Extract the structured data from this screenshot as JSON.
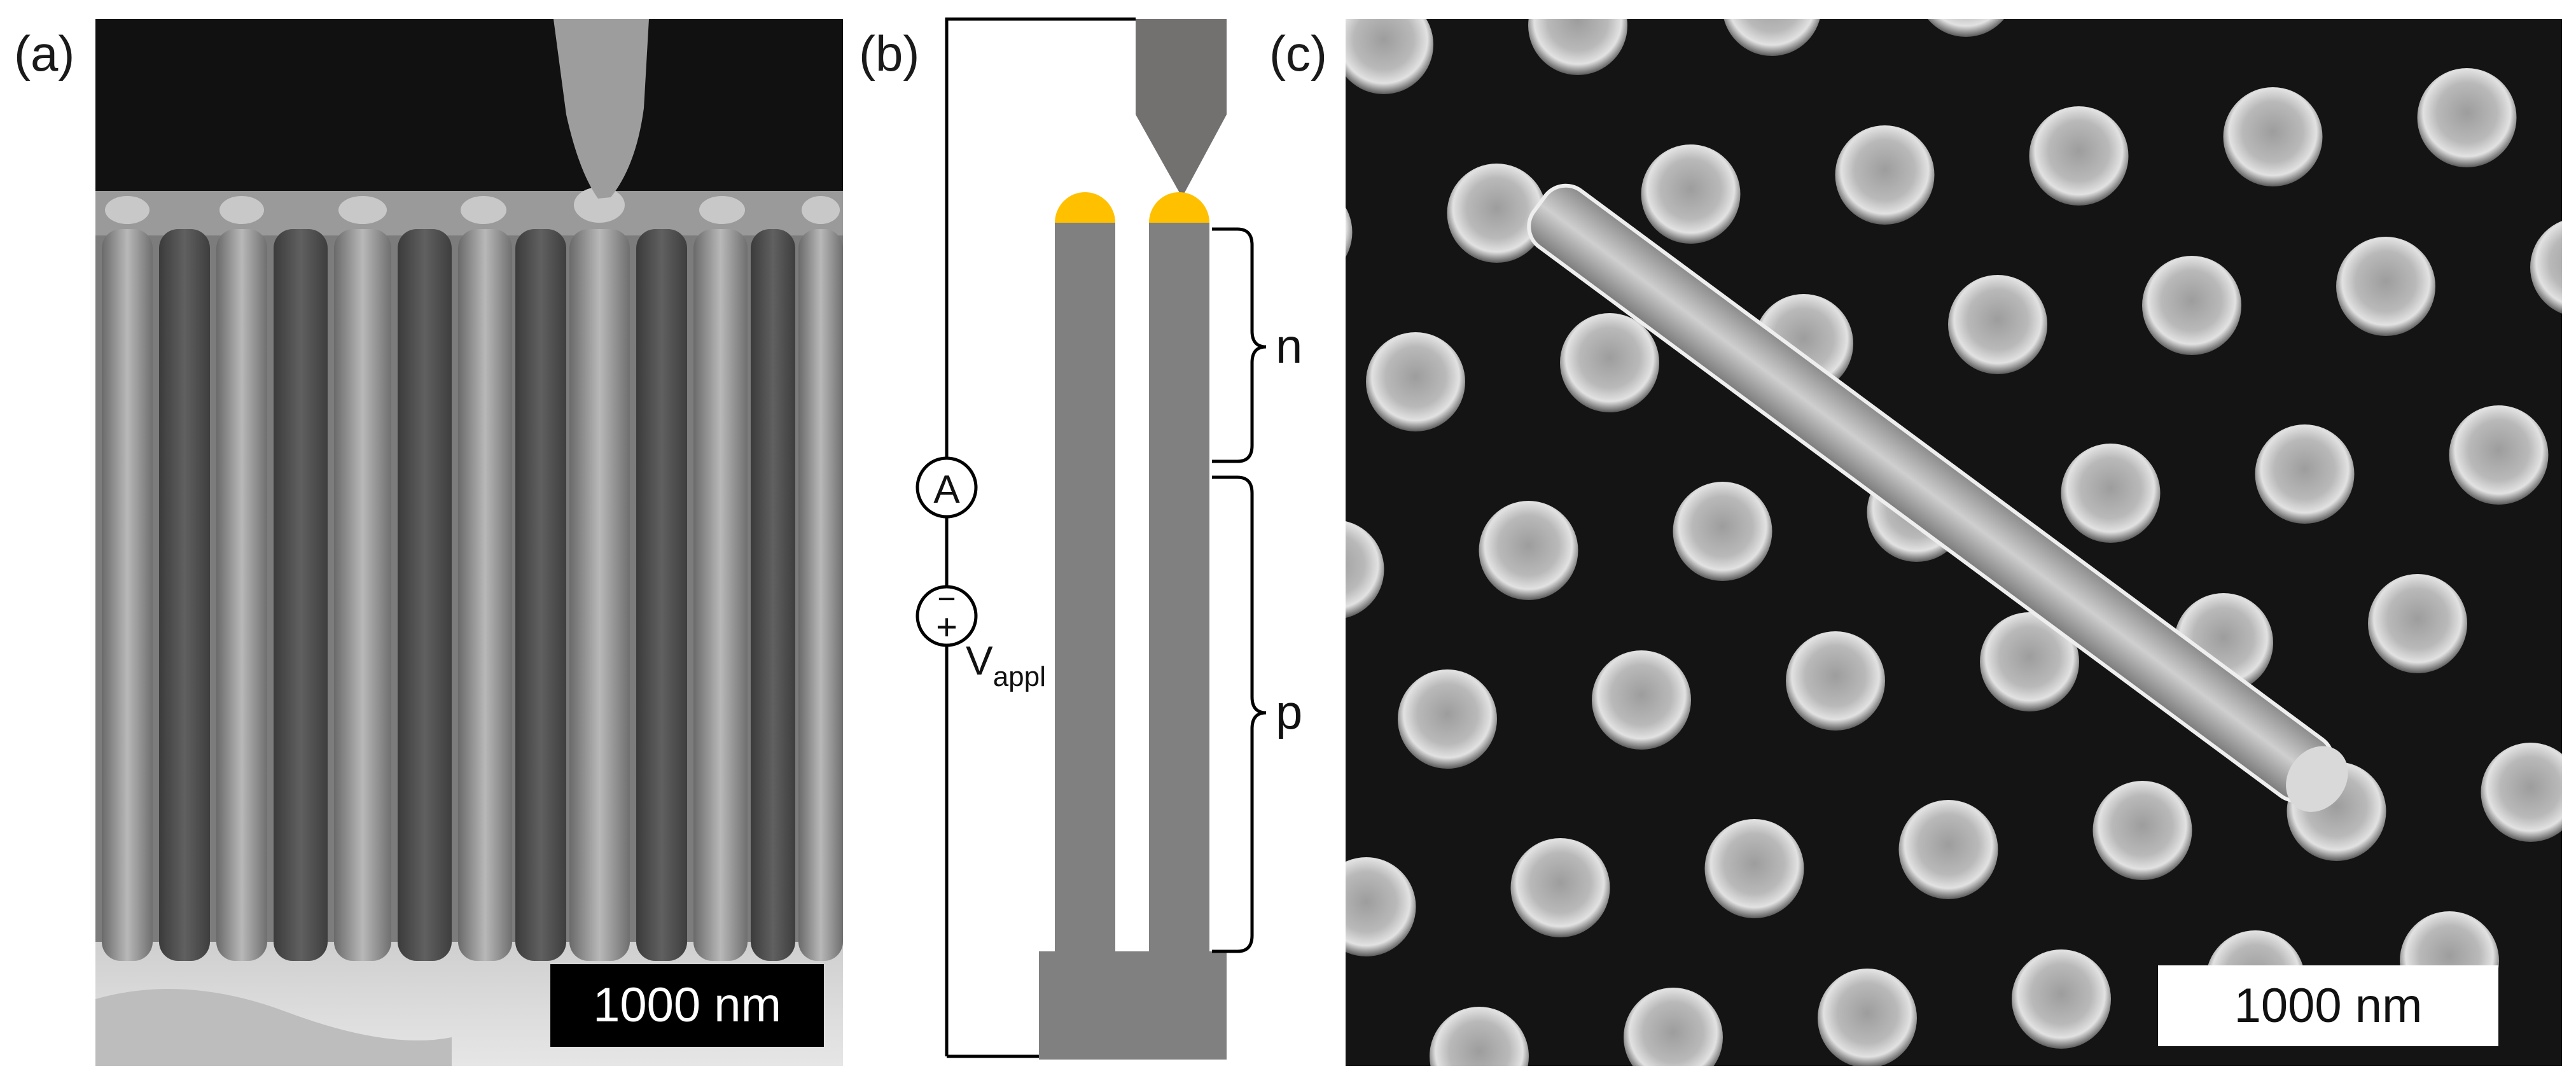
{
  "panels": {
    "a": {
      "label": "(a)",
      "scale_bar": "1000 nm"
    },
    "b": {
      "label": "(b)",
      "ammeter_symbol": "A",
      "source_minus": "−",
      "source_plus": "+",
      "voltage_main": "V",
      "voltage_sub": "appl",
      "region_n": "n",
      "region_p": "p"
    },
    "c": {
      "label": "(c)",
      "scale_bar": "1000 nm"
    }
  },
  "colors": {
    "nanowire": "#808080",
    "contact": "#FFC000",
    "probe_tip": "#737070",
    "wire": "#000000"
  }
}
